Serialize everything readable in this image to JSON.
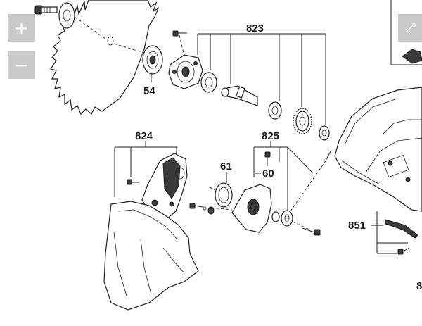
{
  "viewer": {
    "zoom_in_label": "+",
    "zoom_out_label": "−",
    "fullscreen_label": "⤢"
  },
  "diagram": {
    "callouts": {
      "c54": "54",
      "c823": "823",
      "c824": "824",
      "c825": "825",
      "c61": "61",
      "c60": "60",
      "c851": "851",
      "c8": "8"
    }
  },
  "icons": {
    "zoom_in": "plus-icon",
    "zoom_out": "minus-icon",
    "fullscreen": "expand-icon"
  },
  "colors": {
    "control_bg": "#c9c9c9",
    "line": "#222222"
  }
}
